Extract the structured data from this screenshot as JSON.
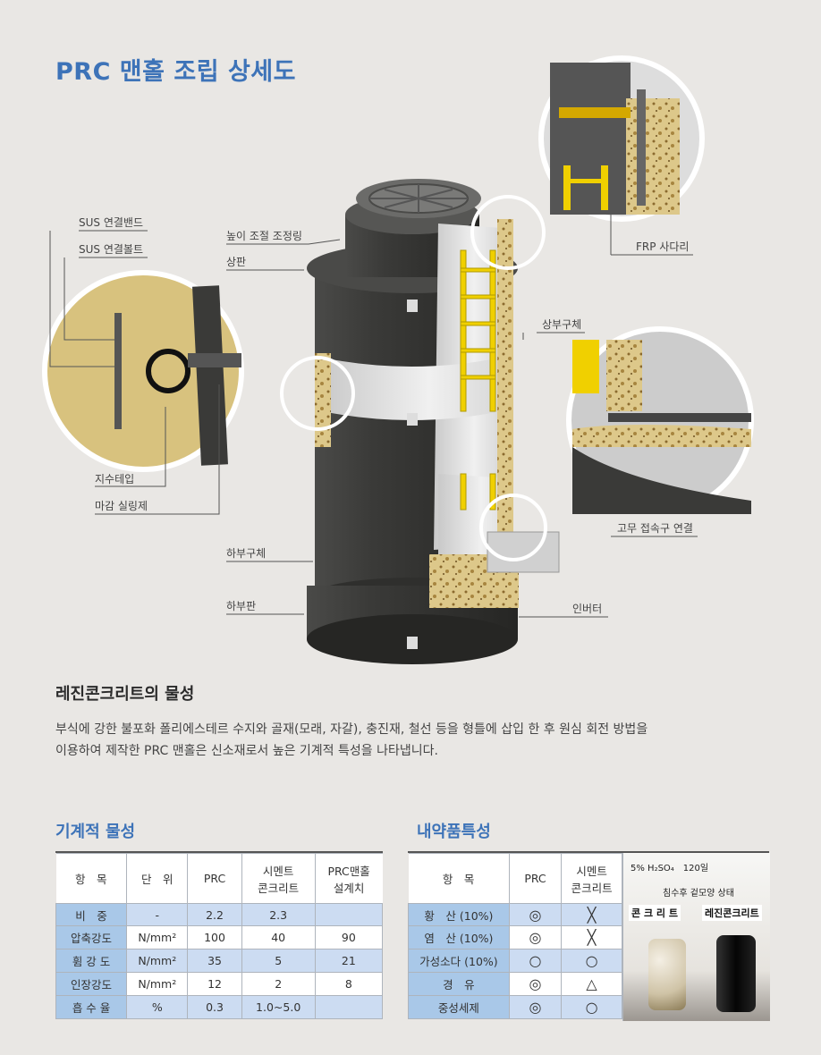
{
  "title": "PRC 맨홀 조립 상세도",
  "labels": {
    "sus_band": "SUS 연결밴드",
    "sus_bolt": "SUS 연결볼트",
    "waterproof_tape": "지수테입",
    "sealant": "마감 실링제",
    "height_ring": "높이 조절 조정링",
    "top_slab": "상판",
    "frp_ladder": "FRP 사다리",
    "upper_body": "상부구체",
    "rubber_joint": "고무 접속구 연결",
    "lower_body": "하부구체",
    "bottom_slab": "하부판",
    "inverter": "인버터"
  },
  "section": {
    "title": "레진콘크리트의 물성",
    "desc_line1": "부식에 강한 불포화 폴리에스테르 수지와 골재(모래, 자갈), 충진재, 철선 등을 형틀에 삽입 한 후 원심 회전 방법을",
    "desc_line2": "이용하여 제작한 PRC 맨홀은 신소재로서 높은 기계적 특성을 나타냅니다."
  },
  "mech_table": {
    "title": "기계적 물성",
    "headers": [
      "항　목",
      "단　위",
      "PRC",
      "시멘트\n콘크리트",
      "PRC맨홀\n설계치"
    ],
    "rows": [
      [
        "비　중",
        "-",
        "2.2",
        "2.3",
        ""
      ],
      [
        "압축강도",
        "N/mm²",
        "100",
        "40",
        "90"
      ],
      [
        "휨 강 도",
        "N/mm²",
        "35",
        "5",
        "21"
      ],
      [
        "인장강도",
        "N/mm²",
        "12",
        "2",
        "8"
      ],
      [
        "흡 수 율",
        "%",
        "0.3",
        "1.0~5.0",
        ""
      ]
    ]
  },
  "chem_table": {
    "title": "내약품특성",
    "headers": [
      "항　목",
      "PRC",
      "시멘트\n콘크리트"
    ],
    "rows": [
      [
        "황　산 (10%)",
        "◎",
        "╳"
      ],
      [
        "염　산 (10%)",
        "◎",
        "╳"
      ],
      [
        "가성소다 (10%)",
        "○",
        "○"
      ],
      [
        "경　유",
        "◎",
        "△"
      ],
      [
        "중성세제",
        "◎",
        "○"
      ]
    ],
    "photo_caption": "5% H₂SO₄　120일",
    "photo_caption2": "침수후 겉모양 상태",
    "photo_left": "콘 크 리 트",
    "photo_right": "레진콘크리트"
  },
  "colors": {
    "accent": "#3d73b8",
    "cell_key": "#a9c8e8",
    "cell_val": "#ccdcf2"
  }
}
